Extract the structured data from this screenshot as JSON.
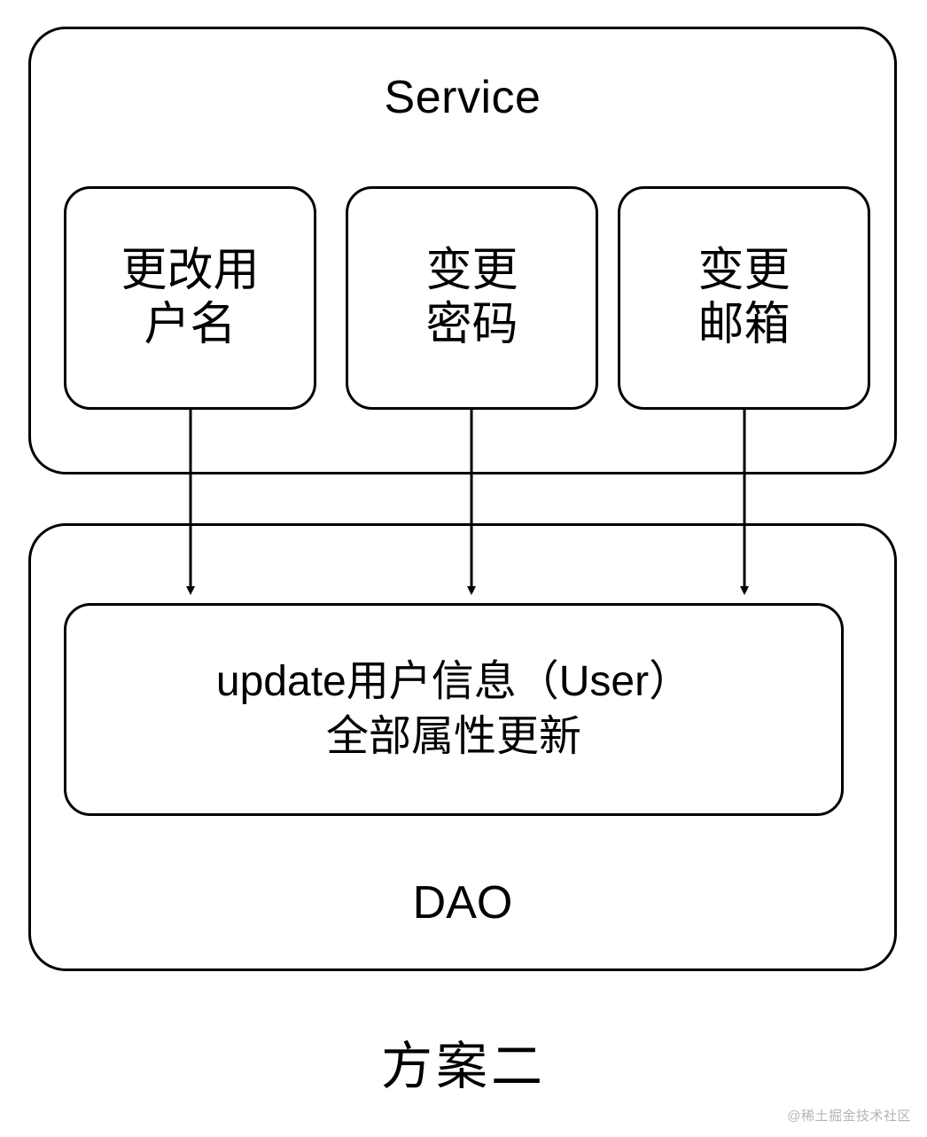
{
  "diagram": {
    "caption": "方案二",
    "watermark": "@稀土掘金技术社区",
    "service": {
      "title": "Service",
      "items": [
        {
          "label": "更改用\n户名"
        },
        {
          "label": "变更\n密码"
        },
        {
          "label": "变更\n邮箱"
        }
      ]
    },
    "dao": {
      "title": "DAO",
      "operation": "update用户信息（User）\n全部属性更新"
    },
    "arrows": [
      {
        "from": "更改用户名",
        "to": "update用户信息（User）全部属性更新"
      },
      {
        "from": "变更密码",
        "to": "update用户信息（User）全部属性更新"
      },
      {
        "from": "变更邮箱",
        "to": "update用户信息（User）全部属性更新"
      }
    ],
    "colors": {
      "stroke": "#000000",
      "background": "#ffffff",
      "watermark": "#b4b4b4"
    }
  }
}
